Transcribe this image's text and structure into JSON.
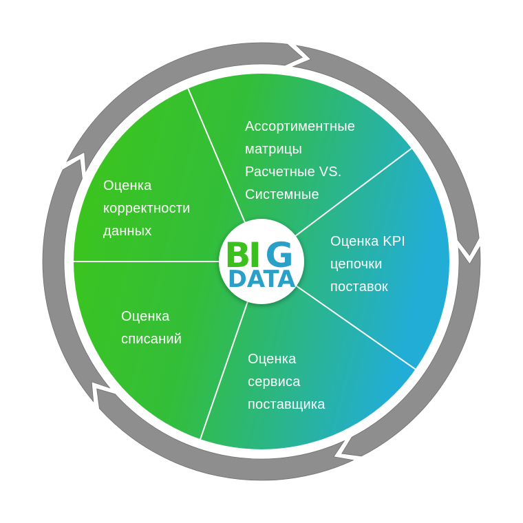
{
  "segments": [
    {
      "lines": [
        "Ассортиментные",
        "матрицы",
        "Расчетные VS.",
        "Системные"
      ]
    },
    {
      "lines": [
        "Оценка KPI",
        "цепочки",
        "поставок"
      ]
    },
    {
      "lines": [
        "Оценка",
        "сервиса",
        "поставщика"
      ]
    },
    {
      "lines": [
        "Оценка",
        "списаний"
      ]
    },
    {
      "lines": [
        "Оценка",
        "корректности",
        "данных"
      ]
    }
  ],
  "center_logo": {
    "line1_letters": [
      "B",
      "I",
      "G"
    ],
    "line2": "DATA"
  },
  "colors": {
    "ring": "#8e8e8e",
    "ring_shadow": "#6f6f6f",
    "gradient_start": "#3ec617",
    "gradient_end": "#22add6",
    "divider": "#ffffff",
    "logo_green": "#3dbf1f",
    "logo_teal": "#2aa0c8",
    "label_text": "#ffffff"
  }
}
